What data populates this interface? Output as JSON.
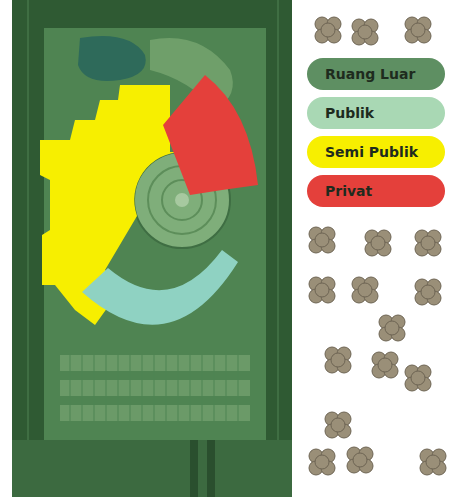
{
  "diagram": {
    "legend": [
      {
        "text": "Ruang Luar",
        "color": "#5e8f62"
      },
      {
        "text": "Publik",
        "color": "#a9d8b4"
      },
      {
        "text": "Semi Publik",
        "color": "#f7ef00"
      },
      {
        "text": "Privat",
        "color": "#e4403b"
      }
    ]
  }
}
